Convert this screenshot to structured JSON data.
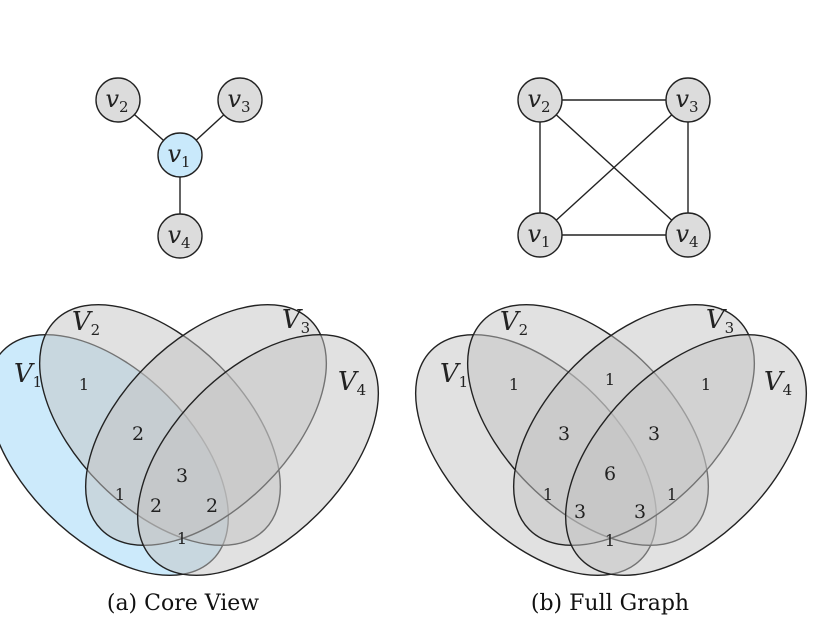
{
  "panels": [
    {
      "caption": "(a) Core View",
      "core_color": "#c9e9fb",
      "node_color": "#dcdcdc",
      "graph": {
        "nodes": [
          {
            "id": "v1",
            "letter": "v",
            "sub": "1",
            "core": true
          },
          {
            "id": "v2",
            "letter": "v",
            "sub": "2",
            "core": false
          },
          {
            "id": "v3",
            "letter": "v",
            "sub": "3",
            "core": false
          },
          {
            "id": "v4",
            "letter": "v",
            "sub": "4",
            "core": false
          }
        ],
        "edges": [
          [
            "v1",
            "v2"
          ],
          [
            "v1",
            "v3"
          ],
          [
            "v1",
            "v4"
          ]
        ]
      },
      "venn": {
        "sets": [
          {
            "letter": "V",
            "sub": "1",
            "highlight": true
          },
          {
            "letter": "V",
            "sub": "2",
            "highlight": false
          },
          {
            "letter": "V",
            "sub": "3",
            "highlight": false
          },
          {
            "letter": "V",
            "sub": "4",
            "highlight": false
          }
        ],
        "regions": {
          "1": "1",
          "12": "2",
          "123": "3",
          "124": "1",
          "1234": "2",
          "134": "2",
          "14": "1"
        }
      }
    },
    {
      "caption": "(b) Full Graph",
      "core_color": "#c9e9fb",
      "node_color": "#dcdcdc",
      "graph": {
        "nodes": [
          {
            "id": "v1",
            "letter": "v",
            "sub": "1",
            "core": false
          },
          {
            "id": "v2",
            "letter": "v",
            "sub": "2",
            "core": false
          },
          {
            "id": "v3",
            "letter": "v",
            "sub": "3",
            "core": false
          },
          {
            "id": "v4",
            "letter": "v",
            "sub": "4",
            "core": false
          }
        ],
        "edges": [
          [
            "v2",
            "v3"
          ],
          [
            "v1",
            "v2"
          ],
          [
            "v3",
            "v4"
          ],
          [
            "v1",
            "v4"
          ],
          [
            "v1",
            "v3"
          ],
          [
            "v2",
            "v4"
          ]
        ]
      },
      "venn": {
        "sets": [
          {
            "letter": "V",
            "sub": "1",
            "highlight": false
          },
          {
            "letter": "V",
            "sub": "2",
            "highlight": false
          },
          {
            "letter": "V",
            "sub": "3",
            "highlight": false
          },
          {
            "letter": "V",
            "sub": "4",
            "highlight": false
          }
        ],
        "regions": {
          "12": "1",
          "23": "1",
          "34": "1",
          "123": "3",
          "234": "3",
          "1234": "6",
          "124": "1",
          "134": "1",
          "1234b": "3",
          "1234c": "3",
          "14": "1"
        }
      }
    }
  ]
}
